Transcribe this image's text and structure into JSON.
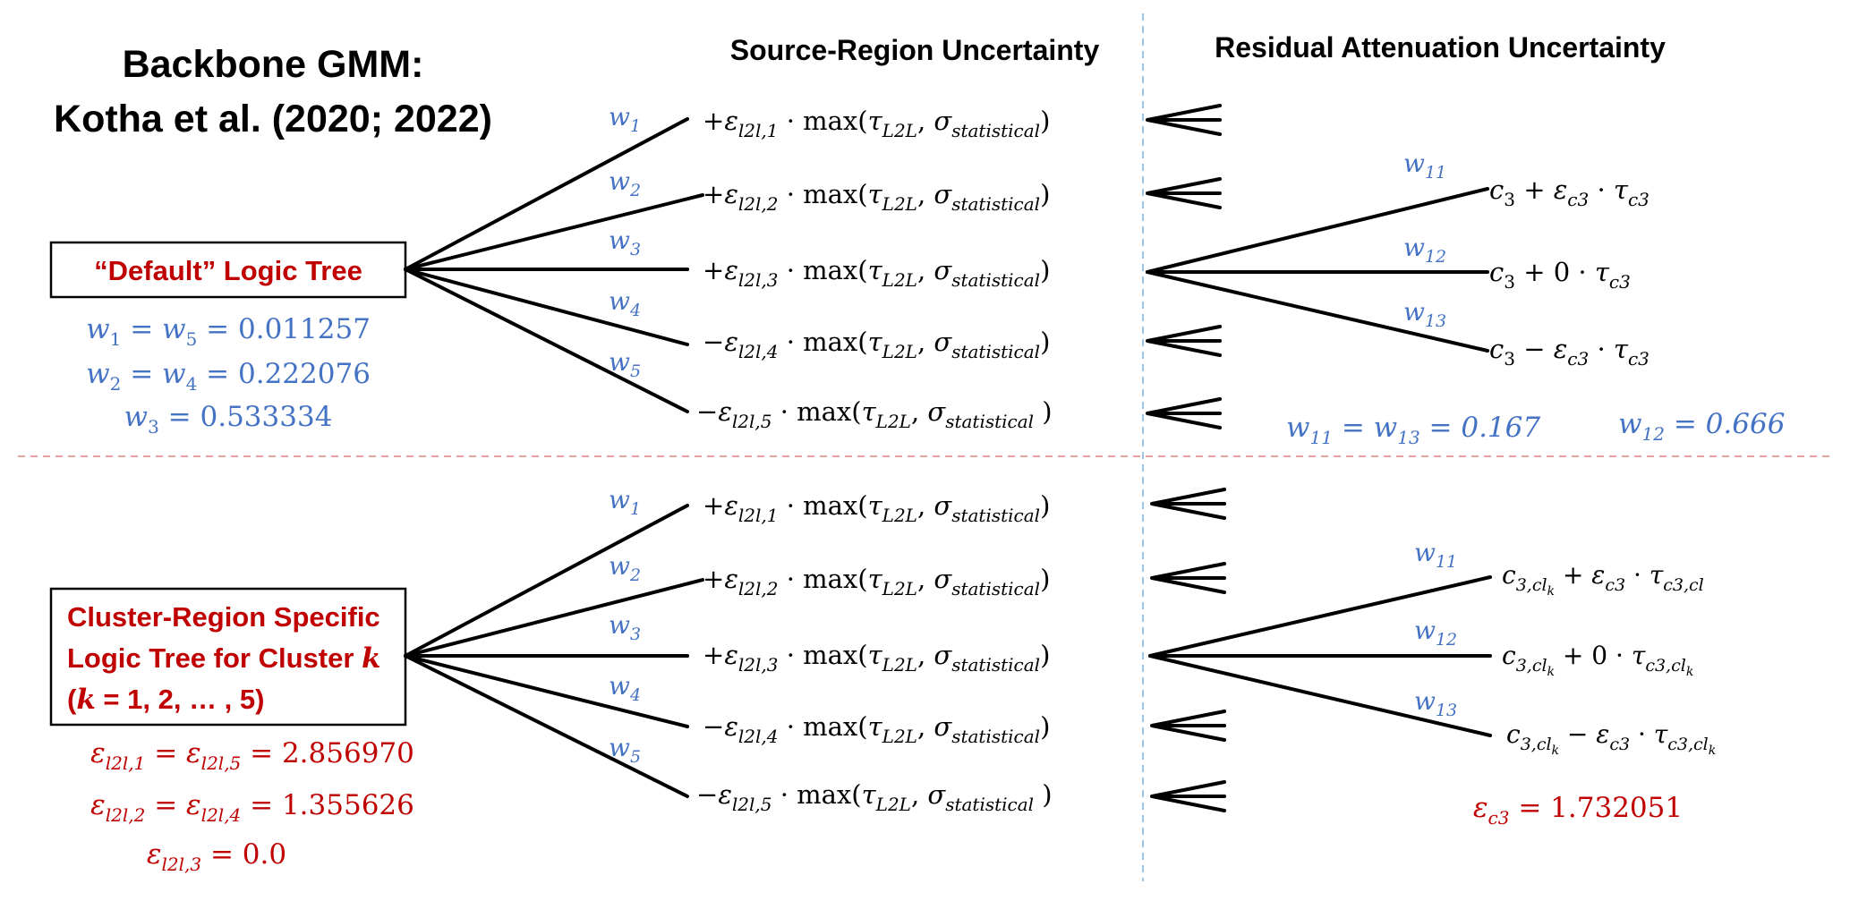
{
  "title": {
    "line1": "Backbone GMM:",
    "line2": "Kotha et al. (2020; 2022)"
  },
  "headers": {
    "source": "Source-Region Uncertainty",
    "residual": "Residual Attenuation Uncertainty"
  },
  "top": {
    "box_label": "“Default” Logic Tree",
    "weights": [
      "w1 = w5 = 0.011257",
      "w2 = w4 = 0.222076",
      "w3 = 0.533334"
    ],
    "branch_weights": [
      "w1",
      "w2",
      "w3",
      "w4",
      "w5"
    ],
    "branches": [
      "+ε_l2l,1 · max(τ_L2L, σ_statistical)",
      "+ε_l2l,2 · max(τ_L2L, σ_statistical)",
      "+ε_l2l,3 · max(τ_L2L, σ_statistical)",
      "−ε_l2l,4 · max(τ_L2L, σ_statistical)",
      "−ε_l2l,5 · max(τ_L2L, σ_statistical )"
    ],
    "residual_weights": [
      "w11",
      "w12",
      "w13"
    ],
    "residual_branches": [
      "c3 + εc3 · τc3",
      "c3 + 0 · τc3",
      "c3 − εc3 · τc3"
    ],
    "residual_weight_values": [
      "w11 = w13 = 0.167",
      "w12 = 0.666"
    ]
  },
  "bottom": {
    "box_label": [
      "Cluster-Region Specific",
      "Logic Tree for Cluster k",
      "(k = 1, 2, … , 5)"
    ],
    "epsilons": [
      "ε_l2l,1 = ε_l2l,5 = 2.856970",
      "ε_l2l,2 = ε_l2l,4 = 1.355626",
      "ε_l2l,3 = 0.0"
    ],
    "branch_weights": [
      "w1",
      "w2",
      "w3",
      "w4",
      "w5"
    ],
    "branches": [
      "+ε_l2l,1 · max(τ_L2L, σ_statistical)",
      "+ε_l2l,2 · max(τ_L2L, σ_statistical)",
      "+ε_l2l,3 · max(τ_L2L, σ_statistical)",
      "−ε_l2l,4 · max(τ_L2L, σ_statistical)",
      "−ε_l2l,5 · max(τ_L2L, σ_statistical )"
    ],
    "residual_weights": [
      "w11",
      "w12",
      "w13"
    ],
    "residual_branches": [
      "c3,cl_k + εc3 · τc3,cl",
      "c3,cl_k + 0 · τc3,cl_k",
      "c3,cl_k − εc3 · τc3,cl_k"
    ],
    "epsilon_c3": "εc3 = 1.732051"
  },
  "colors": {
    "blue": "#4472c4",
    "red": "#c00000",
    "black": "#000000",
    "divider_red": "#e8a0a0",
    "divider_blue": "#9dc3e6"
  }
}
